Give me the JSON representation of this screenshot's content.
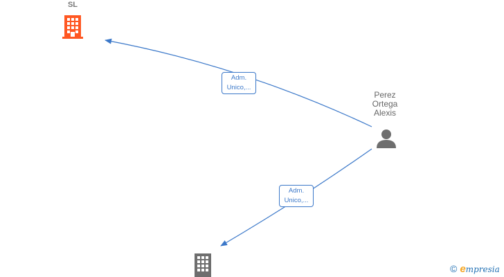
{
  "nodes": {
    "company_top": {
      "label": "SL",
      "icon": "building-icon",
      "color": "#ff5722"
    },
    "person": {
      "label_lines": [
        "Perez",
        "Ortega",
        "Alexis"
      ],
      "icon": "person-icon",
      "color": "#6e6e6e"
    },
    "company_bottom": {
      "icon": "building-icon",
      "color": "#6e6e6e"
    }
  },
  "edges": [
    {
      "label_lines": [
        "Adm.",
        "Unico,..."
      ],
      "color": "#3b78c9"
    },
    {
      "label_lines": [
        "Adm.",
        "Unico,..."
      ],
      "color": "#3b78c9"
    }
  ],
  "watermark": {
    "copyright": "©",
    "brand_first": "e",
    "brand_rest": "mpresia"
  }
}
